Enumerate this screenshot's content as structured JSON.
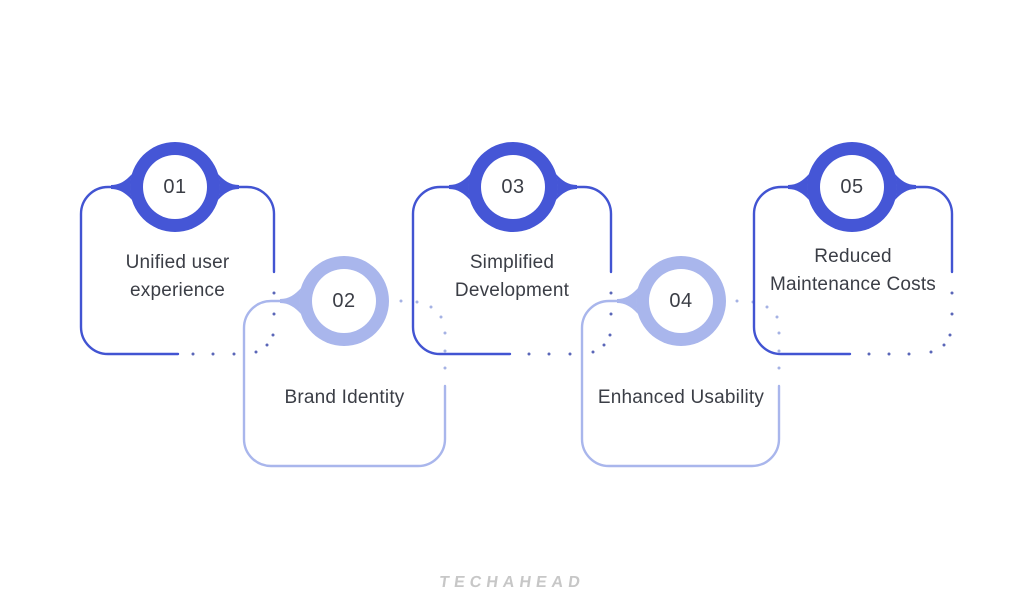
{
  "brand": {
    "logo_text": "TECHAHEAD"
  },
  "colors": {
    "primary_blue": "#4455D4",
    "secondary_blue": "#A9B6EC",
    "text_dark": "#3B3E46",
    "logo_gray": "#C7C7C7",
    "background": "#FFFFFF"
  },
  "steps": [
    {
      "number": "01",
      "label": "Unified user experience",
      "lines": [
        "Unified user",
        "experience"
      ],
      "style": "primary"
    },
    {
      "number": "02",
      "label": "Brand Identity",
      "lines": [
        "Brand Identity"
      ],
      "style": "secondary"
    },
    {
      "number": "03",
      "label": "Simplified Development",
      "lines": [
        "Simplified",
        "Development"
      ],
      "style": "primary"
    },
    {
      "number": "04",
      "label": "Enhanced Usability",
      "lines": [
        "Enhanced Usability"
      ],
      "style": "secondary"
    },
    {
      "number": "05",
      "label": "Reduced Maintenance Costs",
      "lines": [
        "Reduced",
        "Maintenance Costs"
      ],
      "style": "primary"
    }
  ]
}
